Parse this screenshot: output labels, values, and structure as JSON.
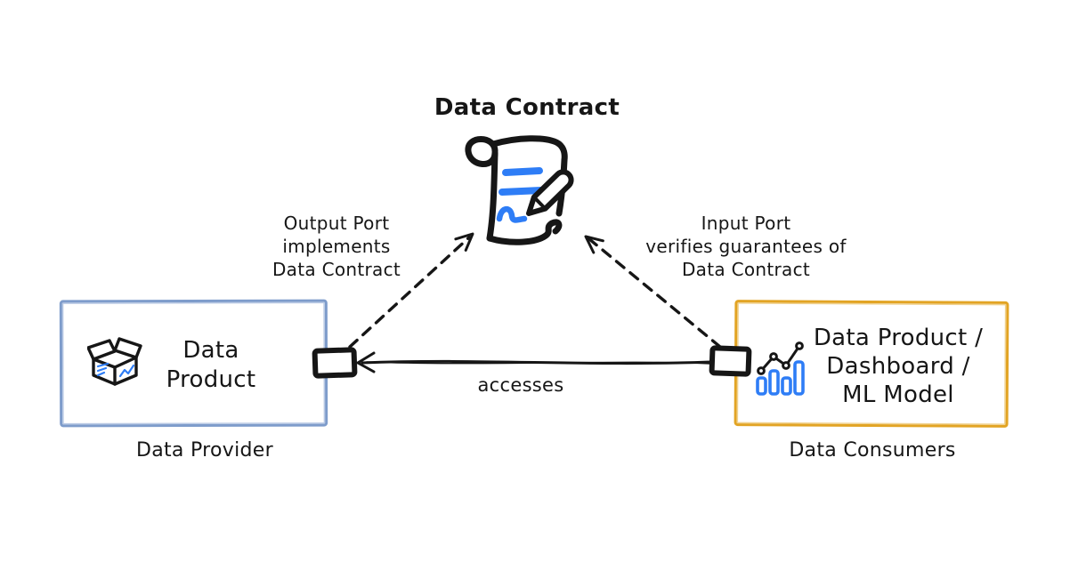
{
  "diagram": {
    "title": "Data Contract",
    "provider": {
      "box_lines": [
        "Data",
        "Product"
      ],
      "caption": "Data Provider",
      "icon": "open-box-icon",
      "border_color": "#7e9ccb"
    },
    "consumer": {
      "box_lines": [
        "Data Product /",
        "Dashboard /",
        "ML Model"
      ],
      "caption": "Data Consumers",
      "icon": "bar-chart-icon",
      "border_color": "#e2a424"
    },
    "contract": {
      "icon": "scroll-with-pen-icon"
    },
    "edges": {
      "output_port_label": [
        "Output Port",
        "implements",
        "Data Contract"
      ],
      "input_port_label": [
        "Input Port",
        "verifies guarantees of",
        "Data Contract"
      ],
      "accesses_label": "accesses"
    },
    "colors": {
      "ink": "#161616",
      "accent_blue": "#2e7df6",
      "provider_border": "#7e9ccb",
      "consumer_border": "#e2a424"
    }
  }
}
